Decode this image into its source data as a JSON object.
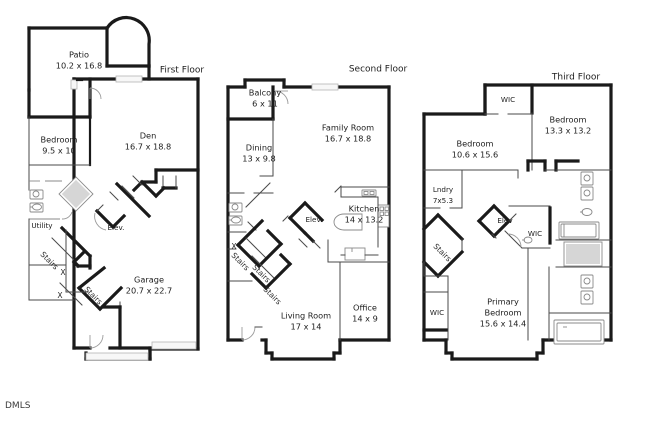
{
  "document": {
    "type": "floor-plan",
    "watermark": "DMLS",
    "background_color": "#ffffff",
    "line_color": "#1a1a1a"
  },
  "floors": [
    {
      "id": "first",
      "title": "First Floor",
      "rooms": [
        {
          "name": "Patio",
          "dimensions": "10.2 x 16.8"
        },
        {
          "name": "Bedroom",
          "dimensions": "9.5 x 10"
        },
        {
          "name": "Den",
          "dimensions": "16.7 x 18.8"
        },
        {
          "name": "Garage",
          "dimensions": "20.7 x 22.7"
        },
        {
          "name": "Utility",
          "dimensions": ""
        },
        {
          "name": "Elev.",
          "dimensions": ""
        }
      ],
      "stair_labels": [
        "Stairs",
        "Stairs"
      ],
      "marker_labels": [
        "X",
        "X"
      ]
    },
    {
      "id": "second",
      "title": "Second Floor",
      "rooms": [
        {
          "name": "Balcony",
          "dimensions": "6 x 11"
        },
        {
          "name": "Dining",
          "dimensions": "13 x 9.8"
        },
        {
          "name": "Family Room",
          "dimensions": "16.7 x 18.8"
        },
        {
          "name": "Kitchen",
          "dimensions": "14 x 13.2"
        },
        {
          "name": "Living Room",
          "dimensions": "17 x 14"
        },
        {
          "name": "Office",
          "dimensions": "14 x 9"
        },
        {
          "name": "Elev.",
          "dimensions": ""
        }
      ],
      "stair_labels": [
        "Stairs",
        "Stairs",
        "Stairs"
      ],
      "marker_labels": [
        "X"
      ]
    },
    {
      "id": "third",
      "title": "Third Floor",
      "rooms": [
        {
          "name": "Bedroom",
          "dimensions": "10.6 x 15.6"
        },
        {
          "name": "Bedroom",
          "dimensions": "13.3 x 13.2"
        },
        {
          "name": "Primary Bedroom",
          "dimensions": "15.6 x 14.4"
        },
        {
          "name": "Lndry",
          "dimensions": "7x5.3"
        },
        {
          "name": "WIC",
          "dimensions": ""
        },
        {
          "name": "WIC",
          "dimensions": ""
        },
        {
          "name": "WIC",
          "dimensions": ""
        },
        {
          "name": "Elev",
          "dimensions": ""
        }
      ],
      "stair_labels": [
        "Stairs"
      ],
      "marker_labels": []
    }
  ],
  "labels": {
    "first_floor_title": "First Floor",
    "second_floor_title": "Second Floor",
    "third_floor_title": "Third Floor",
    "patio": "Patio",
    "patio_dim": "10.2 x 16.8",
    "bedroom1": "Bedroom",
    "bedroom1_dim": "9.5 x 10",
    "den": "Den",
    "den_dim": "16.7 x 18.8",
    "garage": "Garage",
    "garage_dim": "20.7 x 22.7",
    "utility": "Utility",
    "elev1": "Elev.",
    "stairs_a": "Stairs",
    "stairs_b": "Stairs",
    "x_a": "X",
    "x_b": "X",
    "balcony": "Balcony",
    "balcony_dim": "6 x 11",
    "dining": "Dining",
    "dining_dim": "13 x 9.8",
    "family": "Family Room",
    "family_dim": "16.7 x 18.8",
    "kitchen": "Kitchen",
    "kitchen_dim": "14 x 13.2",
    "living": "Living Room",
    "living_dim": "17 x 14",
    "office": "Office",
    "office_dim": "14 x 9",
    "elev2": "Elev.",
    "stairs_c": "Stairs",
    "stairs_d": "Stairs",
    "stairs_e": "Stairs",
    "x_c": "X",
    "wic_top": "WIC",
    "bedroom2": "Bedroom",
    "bedroom2_dim": "13.3 x 13.2",
    "bedroom3": "Bedroom",
    "bedroom3_dim": "10.6 x 15.6",
    "lndry": "Lndry",
    "lndry_dim": "7x5.3",
    "elev3": "Elev",
    "wic_mid": "WIC",
    "wic_left": "WIC",
    "primary": "Primary",
    "primary2": "Bedroom",
    "primary_dim": "15.6 x 14.4",
    "stairs_f": "Stairs",
    "watermark": "DMLS"
  }
}
